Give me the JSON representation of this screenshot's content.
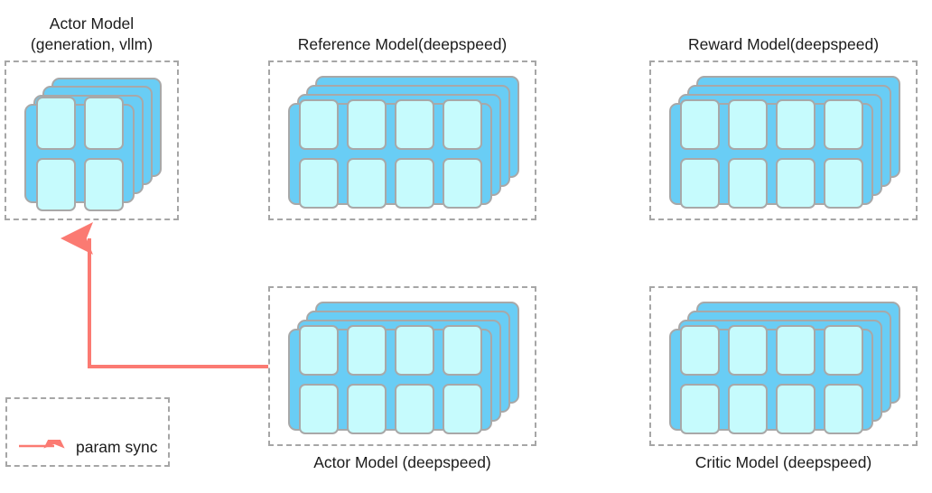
{
  "diagram": {
    "title": "RLHF model placement diagram",
    "background": "#ffffff",
    "colors": {
      "card_fill": "#69cdf5",
      "card_border": "#a8a8a8",
      "cell_fill": "#c6fbfd",
      "dashed_border": "#a6a6a6",
      "arrow": "#fb7a72",
      "text": "#1b1b1b"
    }
  },
  "groups": [
    {
      "id": "actor-vllm",
      "label": "Actor Model\n(generation, vllm)",
      "label_position": "above",
      "cards": 4,
      "cells": 4,
      "grid": "2x2"
    },
    {
      "id": "reference",
      "label": "Reference Model(deepspeed)",
      "label_position": "above",
      "cards": 4,
      "cells": 8,
      "grid": "4x2"
    },
    {
      "id": "reward",
      "label": "Reward Model(deepspeed)",
      "label_position": "above",
      "cards": 4,
      "cells": 8,
      "grid": "4x2"
    },
    {
      "id": "actor-deepspeed",
      "label": "Actor Model (deepspeed)",
      "label_position": "below",
      "cards": 4,
      "cells": 8,
      "grid": "4x2"
    },
    {
      "id": "critic",
      "label": "Critic Model (deepspeed)",
      "label_position": "below",
      "cards": 4,
      "cells": 8,
      "grid": "4x2"
    }
  ],
  "legend": {
    "label": "param sync",
    "arrow_color": "#fb7a72"
  },
  "connection": {
    "name": "param-sync-arrow",
    "from": "actor-deepspeed",
    "to": "actor-vllm",
    "color": "#fb7a72"
  }
}
